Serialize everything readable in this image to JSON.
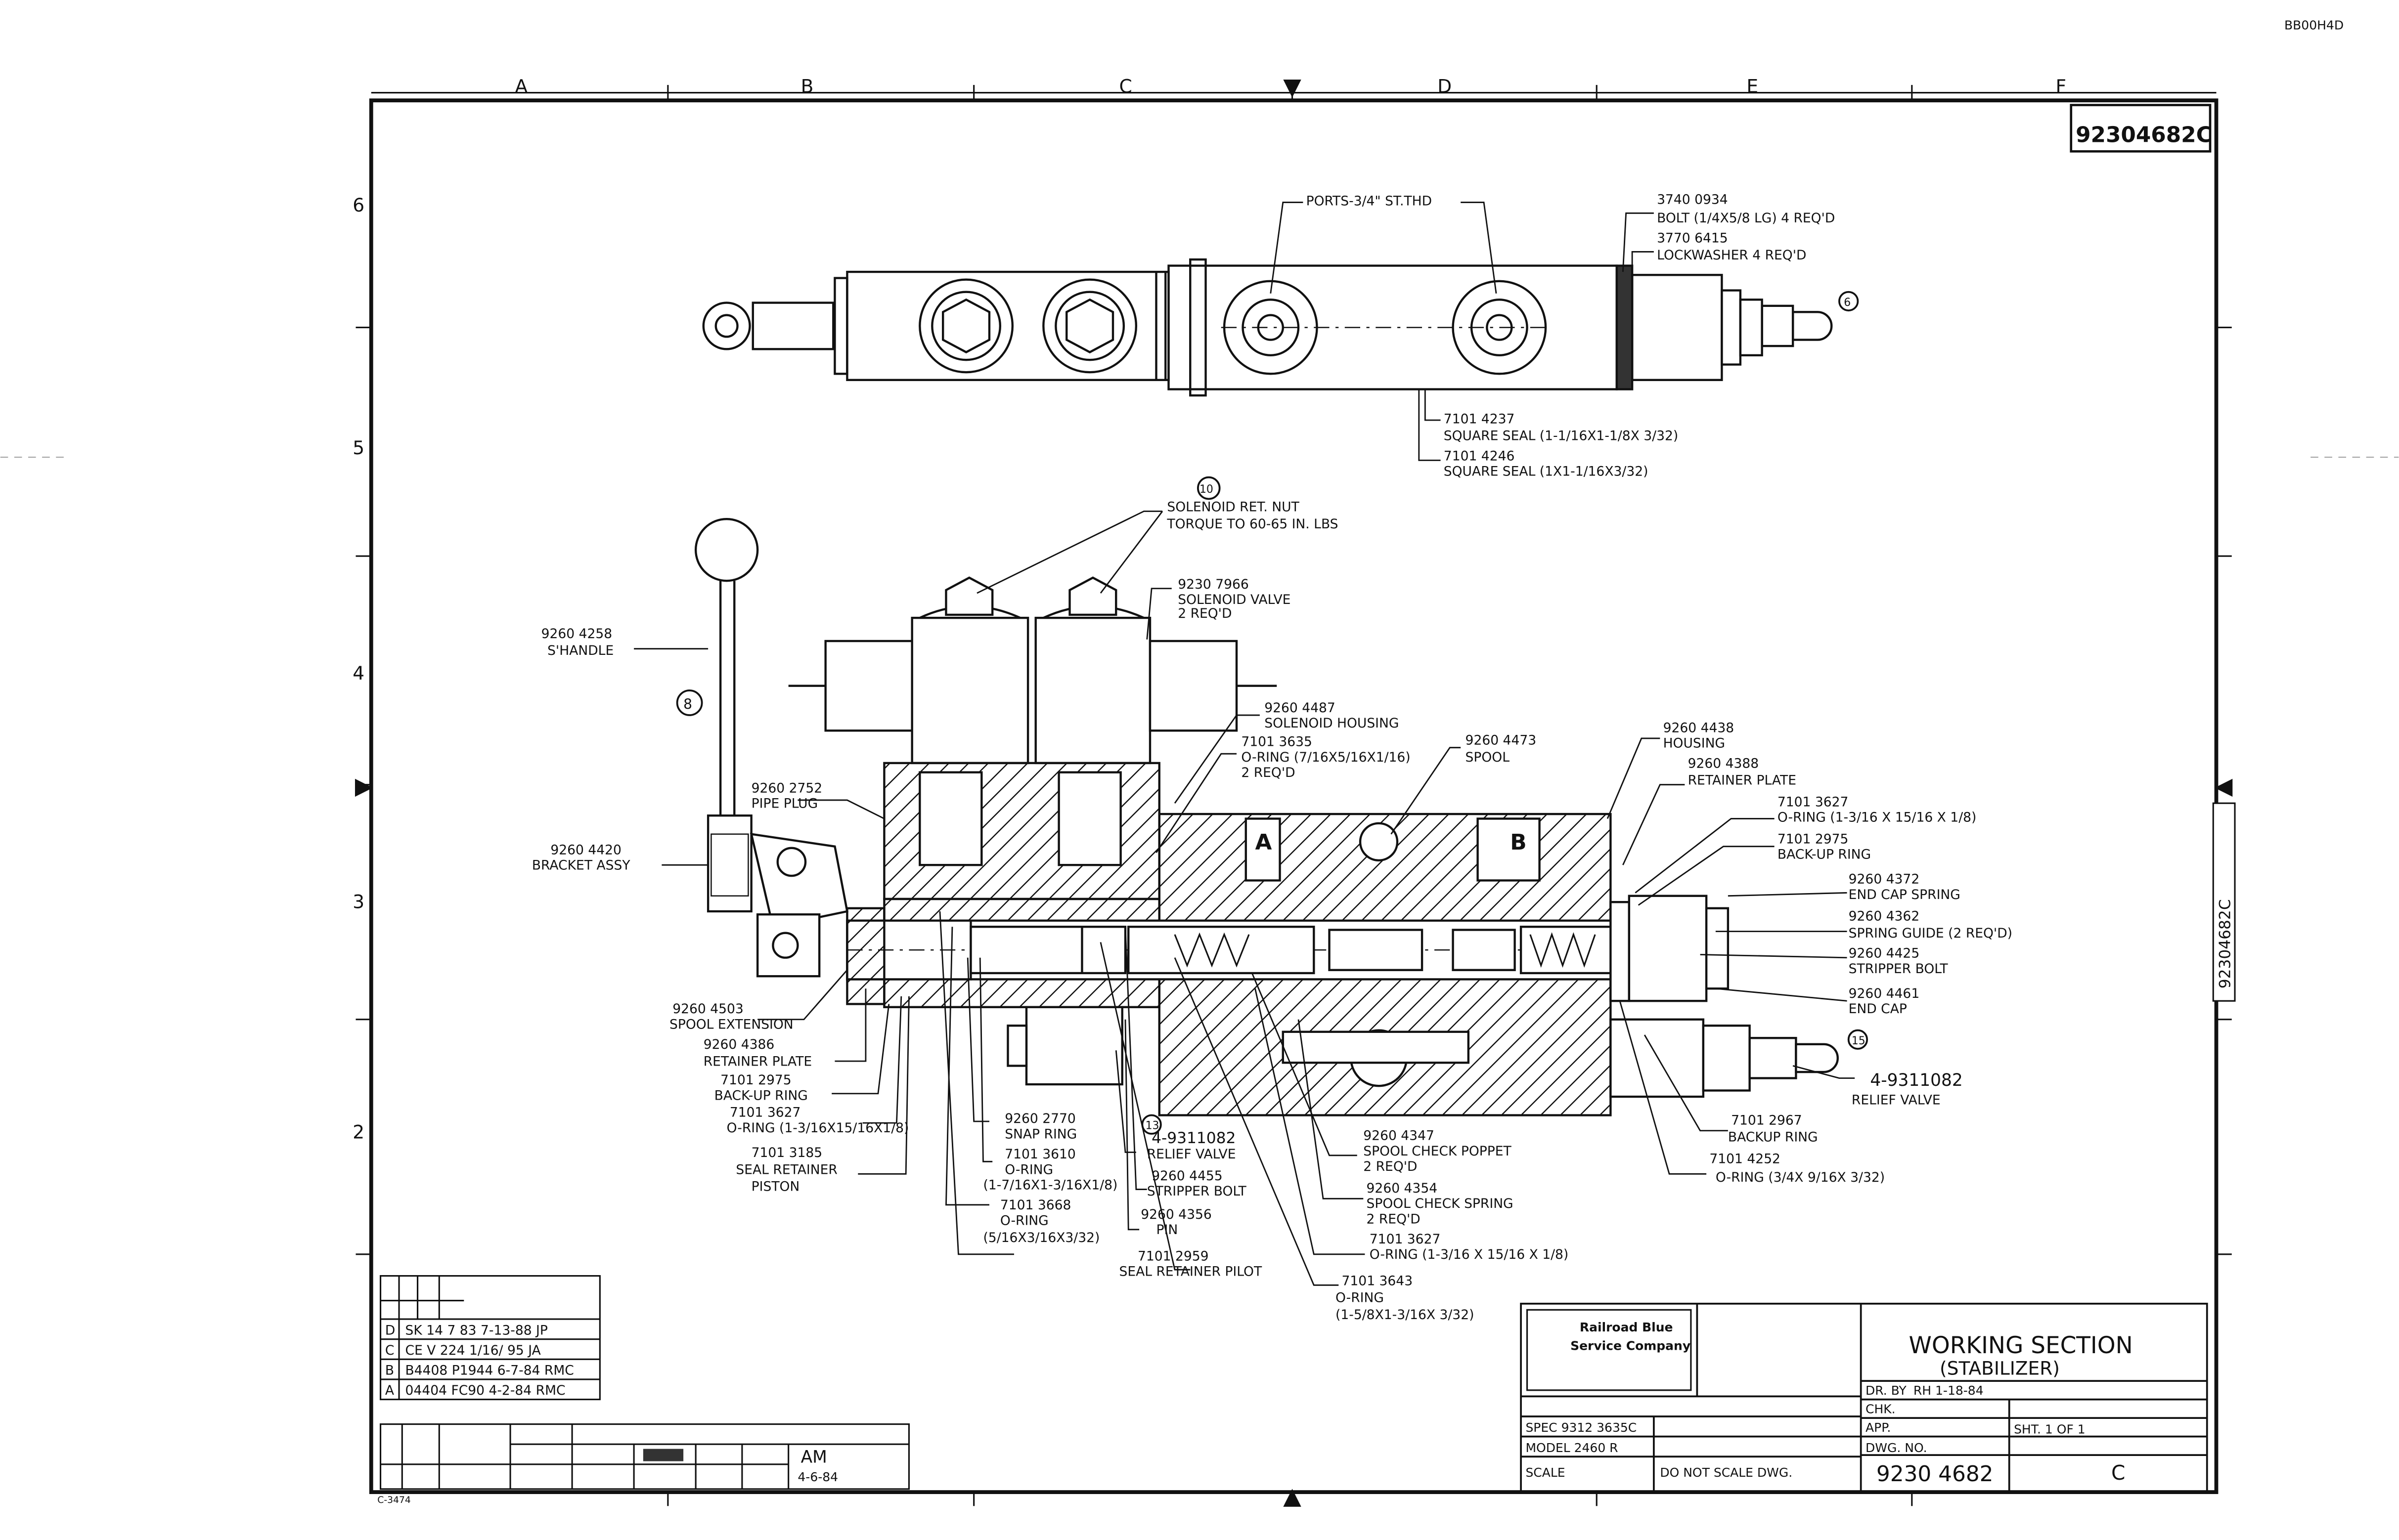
{
  "corner_code": "BB00H4D",
  "drawing_number_box": "92304682C",
  "side_stamp": "92304682C",
  "zone_letters": [
    "A",
    "B",
    "C",
    "D",
    "E",
    "F"
  ],
  "zone_numbers": [
    "6",
    "5",
    "4",
    "3",
    "2"
  ],
  "callouts": {
    "ports": "PORTS-3/4\" ST.THD",
    "bolt_a": "3740 0934",
    "bolt_b": "BOLT (1/4X5/8 LG) 4 REQ'D",
    "lockwasher_a": "3770 6415",
    "lockwasher_b": "LOCKWASHER 4 REQ'D",
    "sq_seal1_a": "7101 4237",
    "sq_seal1_b": "SQUARE SEAL (1-1/16X1-1/8X 3/32)",
    "sq_seal2_a": "7101 4246",
    "sq_seal2_b": "SQUARE SEAL (1X1-1/16X3/32)",
    "solenoid_nut_a": "SOLENOID RET. NUT",
    "solenoid_nut_b": "TORQUE TO 60-65 IN. LBS",
    "solenoid_valve_a": "9230 7966",
    "solenoid_valve_b": "SOLENOID VALVE",
    "solenoid_valve_c": "2 REQ'D",
    "handle_a": "9260 4258",
    "handle_b": "S'HANDLE",
    "sol_housing_a": "9260 4487",
    "sol_housing_b": "SOLENOID HOUSING",
    "oring1_a": "7101 3635",
    "oring1_b": "O-RING (7/16X5/16X1/16)",
    "oring1_c": "2 REQ'D",
    "spool_a": "9260 4473",
    "spool_b": "SPOOL",
    "housing_a": "9260 4438",
    "housing_b": "HOUSING",
    "retplate_a": "9260 4388",
    "retplate_b": "RETAINER PLATE",
    "oring2_a": "7101 3627",
    "oring2_b": "O-RING (1-3/16 X 15/16 X 1/8)",
    "backup1_a": "7101 2975",
    "backup1_b": "BACK-UP RING",
    "pipeplug_a": "9260 2752",
    "pipeplug_b": "PIPE PLUG",
    "bracket_a": "9260 4420",
    "bracket_b": "BRACKET ASSY",
    "endcapspring_a": "9260 4372",
    "endcapspring_b": "END CAP SPRING",
    "springguide_a": "9260 4362",
    "springguide_b": "SPRING GUIDE (2 REQ'D)",
    "stripper1_a": "9260 4425",
    "stripper1_b": "STRIPPER BOLT",
    "endcap_a": "9260 4461",
    "endcap_b": "END CAP",
    "spoolext_a": "9260 4503",
    "spoolext_b": "SPOOL EXTENSION",
    "retplate2_a": "9260 4386",
    "retplate2_b": "RETAINER PLATE",
    "backup2_a": "7101 2975",
    "backup2_b": "BACK-UP RING",
    "oring3_a": "7101 3627",
    "oring3_b": "O-RING (1-3/16X15/16X1/8)",
    "sealret_a": "7101 3185",
    "sealret_b": "SEAL RETAINER",
    "sealret_c": "PISTON",
    "snap_a": "9260 2770",
    "snap_b": "SNAP RING",
    "oring4_a": "7101 3610",
    "oring4_b": "O-RING",
    "oring4_c": "(1-7/16X1-3/16X1/8)",
    "oring5_a": "7101 3668",
    "oring5_b": "O-RING",
    "oring5_c": "(5/16X3/16X3/32)",
    "relief1_a": "4-9311082",
    "relief1_b": "RELIEF VALVE",
    "stripper2_a": "9260 4455",
    "stripper2_b": "STRIPPER BOLT",
    "pin_a": "9260 4356",
    "pin_b": "PIN",
    "sealpilot_a": "7101 2959",
    "sealpilot_b": "SEAL RETAINER PILOT",
    "poppet_a": "9260 4347",
    "poppet_b": "SPOOL CHECK POPPET",
    "poppet_c": "2 REQ'D",
    "checkspring_a": "9260 4354",
    "checkspring_b": "SPOOL CHECK SPRING",
    "checkspring_c": "2 REQ'D",
    "oring6_a": "7101 3627",
    "oring6_b": "O-RING (1-3/16 X 15/16 X 1/8)",
    "oring7_a": "7101 3643",
    "oring7_b": "O-RING",
    "oring7_c": "(1-5/8X1-3/16X 3/32)",
    "relief2_a": "4-9311082",
    "relief2_b": "RELIEF VALVE",
    "backup3_a": "7101 2967",
    "backup3_b": "BACKUP RING",
    "oring8_a": "7101 4252",
    "oring8_b": "O-RING (3/4X 9/16X 3/32)"
  },
  "port_letters": {
    "a": "A",
    "b": "B"
  },
  "balloons": {
    "handle": "8",
    "top": "10",
    "right_top": "6",
    "relief": "15",
    "solenoid": "13"
  },
  "revisions": [
    {
      "rev": "D",
      "text": "SK 14 7 83    7-13-88 JP"
    },
    {
      "rev": "C",
      "text": "CE V 224    1/16/ 95 JA"
    },
    {
      "rev": "B",
      "text": "B4408 P1944 6-7-84 RMC"
    },
    {
      "rev": "A",
      "text": "04404 FC90 4-2-84 RMC"
    }
  ],
  "approval": {
    "am": "AM",
    "am_date": "4-6-84"
  },
  "title_block": {
    "company_a": "Railroad Blue",
    "company_b": "Service Company",
    "title_a": "WORKING SECTION",
    "title_b": "(STABILIZER)",
    "spec": "SPEC 9312 3635C",
    "model": "MODEL 2460 R",
    "scale": "SCALE",
    "no_scale": "DO NOT SCALE DWG.",
    "drawn": "DR. BY",
    "drawn_val": "RH 1-18-84",
    "checked": "CHK.",
    "approved": "APP.",
    "sheet": "SHT. 1 OF 1",
    "dwg_no_label": "DWG. NO.",
    "dwg_no": "9230 4682",
    "size": "C"
  },
  "bottom_left_code": "C-3474"
}
